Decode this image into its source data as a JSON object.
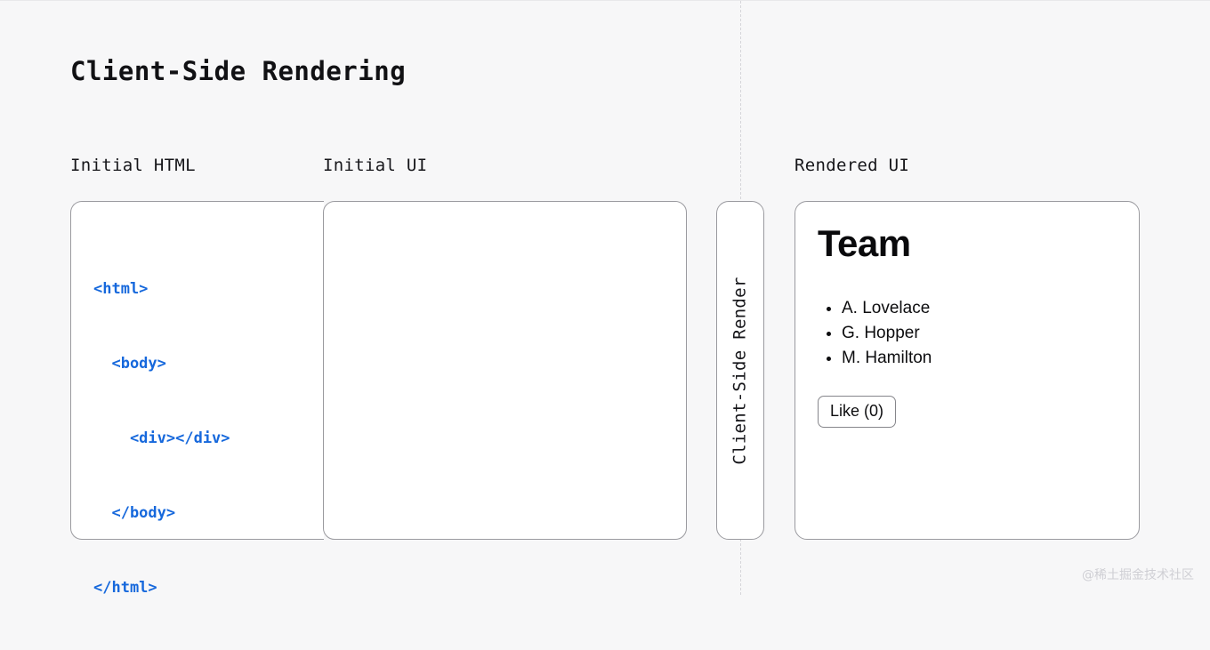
{
  "diagram": {
    "title": "Client-Side Rendering",
    "background_color": "#f7f7f8",
    "accent_code_color": "#1668dc",
    "panel_border_color": "#9a9a9f"
  },
  "columns": {
    "initial_html_label": "Initial HTML",
    "initial_ui_label": "Initial UI",
    "rendered_ui_label": "Rendered UI"
  },
  "initial_html_panel": {
    "code_lines": [
      "<html>",
      "  <body>",
      "    <div></div>",
      "  </body>",
      "</html>"
    ]
  },
  "initial_ui_panel": {
    "content": ""
  },
  "render_step": {
    "label": "Client-Side Render"
  },
  "rendered_ui_panel": {
    "heading": "Team",
    "list_items": [
      "A. Lovelace",
      "G. Hopper",
      "M. Hamilton"
    ],
    "button_label": "Like (0)"
  },
  "watermark": {
    "text": "@稀土掘金技术社区"
  }
}
